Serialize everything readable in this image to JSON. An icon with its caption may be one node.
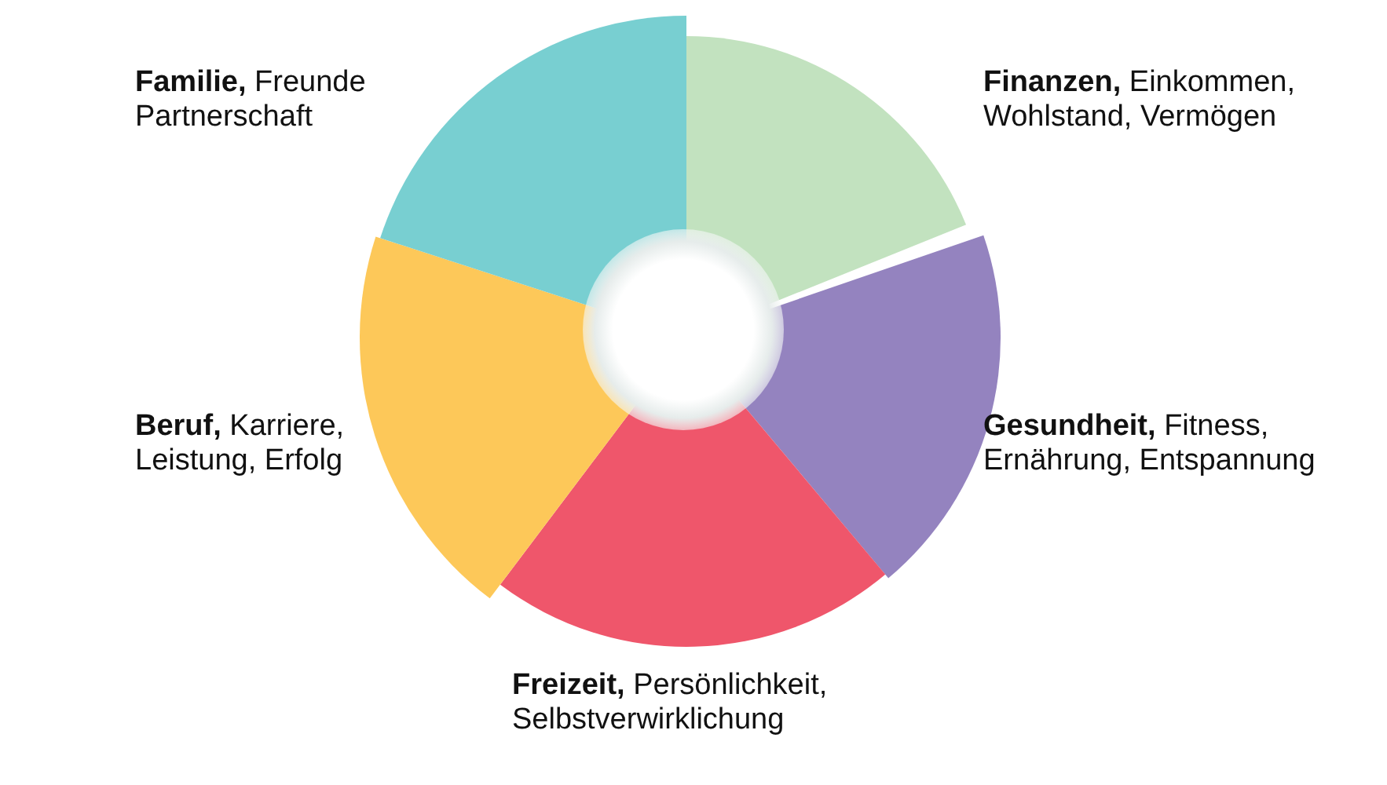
{
  "diagram": {
    "nodes": [
      {
        "text": [
          "**Finanzen,** Einkommen, Wohlstand, Vermögen"
        ]
      },
      {
        "text": [
          "**Gesundheit,** Fitness, Ernährung, Entspannung"
        ]
      },
      {
        "text": [
          "**Freizeit,** Persönlichkeit, Selbstverwirklichung"
        ]
      },
      {
        "text": [
          "**Beruf,** Karriere, Leistung, Erfolg"
        ]
      },
      {
        "text": [
          "**Familie,** Freunde Partnerschaft"
        ]
      },
      {
        "text": [],
        "shape": "circle"
      }
    ]
  }
}
